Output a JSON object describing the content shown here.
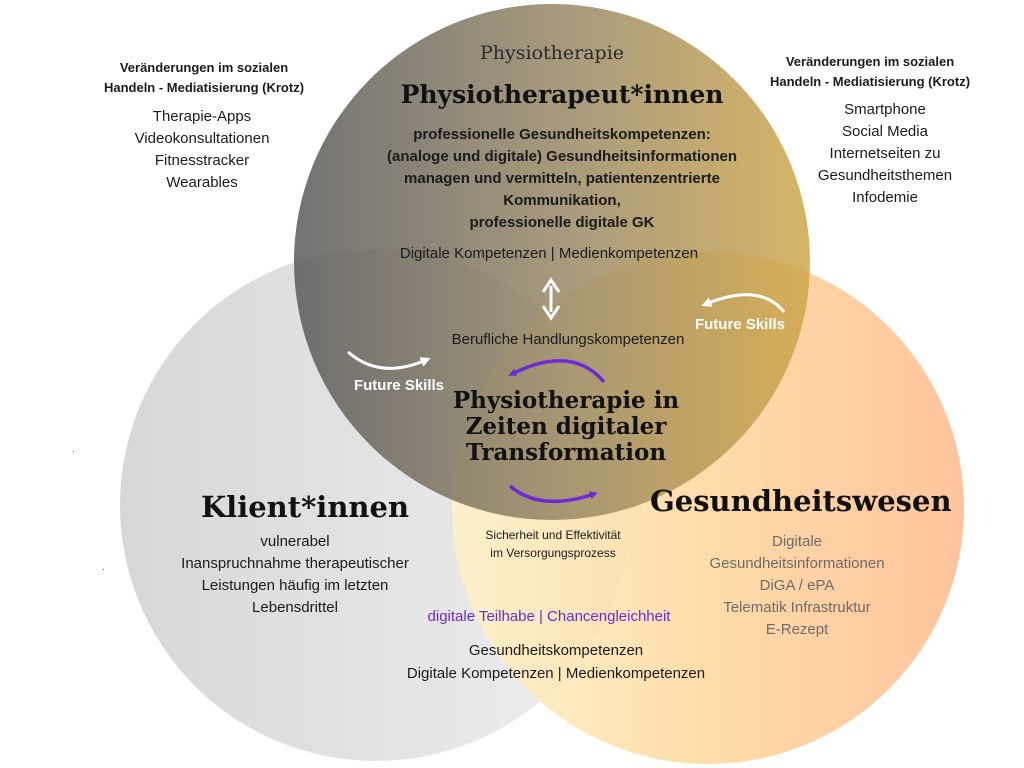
{
  "corner_left": {
    "header_1": "Veränderungen im sozialen",
    "header_2": "Handeln - Mediatisierung (Krotz)",
    "items": [
      "Therapie-Apps",
      "Videokonsultationen",
      "Fitnesstracker",
      "Wearables"
    ]
  },
  "corner_right": {
    "header_1": "Veränderungen im sozialen",
    "header_2": "Handeln - Mediatisierung (Krotz)",
    "items": [
      "Smartphone",
      "Social Media",
      "Internetseiten zu",
      "Gesundheitsthemen",
      "Infodemie"
    ]
  },
  "top_circle": {
    "kicker": "Physiotherapie",
    "title": "Physiotherapeut*innen",
    "competencies": [
      "professionelle Gesundheitskompetenzen:",
      "(analoge und digitale) Gesundheitsinformationen",
      "managen und vermitteln, patientenzentrierte",
      "Kommunikation,",
      "professionelle digitale GK"
    ],
    "digital": "Digitale Kompetenzen | Medienkompetenzen"
  },
  "center": {
    "berufliche": "Berufliche Handlungskompetenzen",
    "title_lines": [
      "Physiotherapie in",
      "Zeiten digitaler",
      "Transformation"
    ],
    "sicherheit_1": "Sicherheit und Effektivität",
    "sicherheit_2": "im Versorgungsprozess"
  },
  "future_skills_left": "Future Skills",
  "future_skills_right": "Future Skills",
  "left_circle": {
    "title": "Klient*innen",
    "items": [
      "vulnerabel",
      "Inanspruchnahme therapeutischer",
      "Leistungen häufig im letzten",
      "Lebensdrittel"
    ]
  },
  "right_circle": {
    "title": "Gesundheitswesen",
    "items": [
      "Digitale",
      "Gesundheitsinformationen",
      "DiGA / ePA",
      "Telematik Infrastruktur",
      "E-Rezept"
    ]
  },
  "bottom": {
    "teilhabe": "digitale Teilhabe  | Chancengleichheit",
    "gesundheit": "Gesundheitskompetenzen",
    "digital": "Digitale Kompetenzen | Medienkompetenzen"
  },
  "colors": {
    "top_dark": "#5c5c5c",
    "top_gold": "#c9a24a",
    "left_gray": "#d3d3d3",
    "right_orange": "#ffb88a",
    "right_yellow": "#fde08a",
    "accent_purple": "#6a2bd6",
    "arrow_white": "#ffffff"
  }
}
